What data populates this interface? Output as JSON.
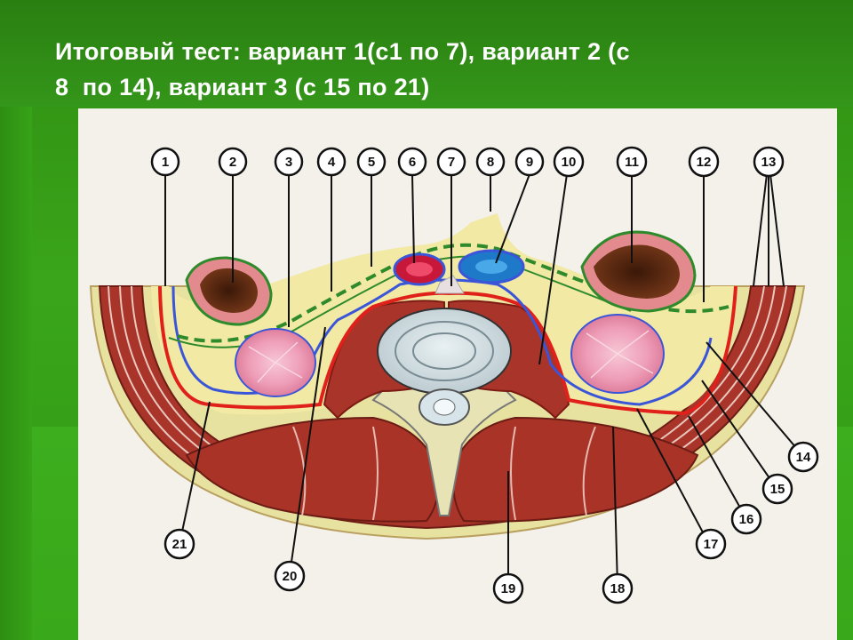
{
  "title": "Итоговый тест: вариант 1(с1 по 7), вариант 2 (с\n8  по 14), вариант 3 (с 15 по 21)",
  "labels": [
    "1",
    "2",
    "3",
    "4",
    "5",
    "6",
    "7",
    "8",
    "9",
    "10",
    "11",
    "12",
    "13",
    "14",
    "15",
    "16",
    "17",
    "18",
    "19",
    "20",
    "21"
  ],
  "colors": {
    "background": "#35a016",
    "panel": "#f3f1e9",
    "muscle": "#a8342a",
    "fat": "#f2eaa0",
    "fascia_red": "#e0201a",
    "fascia_blue": "#3a55d8",
    "fascia_green": "#2e8a2a",
    "kidney": "#f0a7c0",
    "colon": "#5a2a14"
  }
}
